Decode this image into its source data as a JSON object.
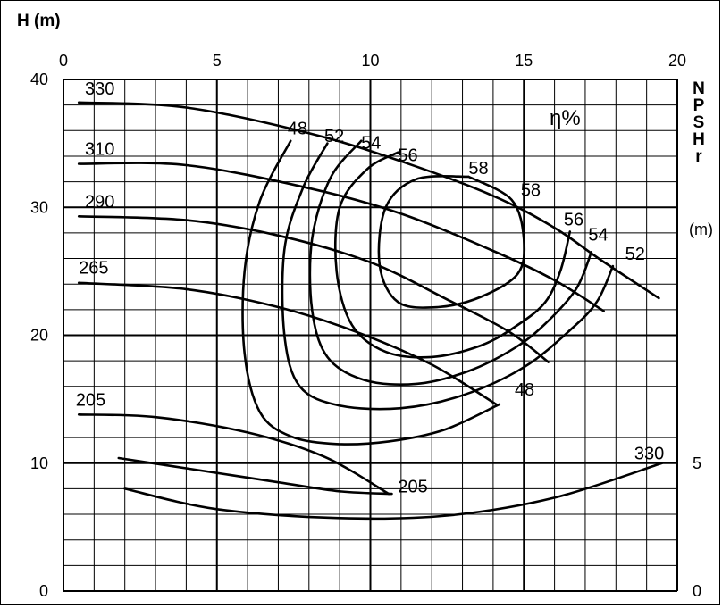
{
  "chart_data": {
    "type": "line",
    "title": "",
    "xlabel": "",
    "ylabel_left": "H (m)",
    "ylabel_right": [
      "N",
      "P",
      "S",
      "H",
      "r"
    ],
    "ylabel_right_unit": "(m)",
    "efficiency_label": "η%",
    "xlim": [
      0,
      20
    ],
    "x_ticks": [
      "0",
      "5",
      "10",
      "15",
      "20"
    ],
    "ylim": [
      0,
      40
    ],
    "y_ticks_left": [
      "0",
      "10",
      "20",
      "30",
      "40"
    ],
    "y_ticks_right": [
      "0",
      "5"
    ],
    "grid": true,
    "head_curves": [
      {
        "name": "330",
        "points": [
          [
            0.5,
            38.2
          ],
          [
            4,
            37.8
          ],
          [
            8,
            35.8
          ],
          [
            11,
            33.6
          ],
          [
            14,
            30.9
          ],
          [
            16,
            28.4
          ],
          [
            17.5,
            25.9
          ],
          [
            19.4,
            22.9
          ]
        ]
      },
      {
        "name": "310",
        "points": [
          [
            0.5,
            33.4
          ],
          [
            4,
            33.3
          ],
          [
            8,
            31.5
          ],
          [
            11,
            29.5
          ],
          [
            14,
            26.6
          ],
          [
            16,
            24.3
          ],
          [
            17.6,
            21.9
          ]
        ]
      },
      {
        "name": "290",
        "points": [
          [
            0.5,
            29.3
          ],
          [
            4,
            29.0
          ],
          [
            7,
            27.8
          ],
          [
            10,
            25.7
          ],
          [
            12.5,
            22.8
          ],
          [
            14.5,
            20.3
          ],
          [
            15.8,
            17.9
          ]
        ]
      },
      {
        "name": "265",
        "points": [
          [
            0.5,
            24.1
          ],
          [
            4,
            23.6
          ],
          [
            7,
            22.2
          ],
          [
            9.5,
            20.3
          ],
          [
            12,
            17.7
          ],
          [
            14.1,
            14.6
          ]
        ]
      },
      {
        "name": "205",
        "points": [
          [
            0.5,
            13.8
          ],
          [
            3,
            13.6
          ],
          [
            6,
            12.4
          ],
          [
            8.5,
            10.5
          ],
          [
            10.6,
            7.6
          ]
        ]
      }
    ],
    "efficiency_curves": [
      {
        "name": "48",
        "points": [
          [
            7.4,
            35.2
          ],
          [
            6.4,
            30.5
          ],
          [
            5.9,
            25.0
          ],
          [
            5.9,
            18.6
          ],
          [
            6.4,
            14.0
          ],
          [
            7.4,
            12.1
          ],
          [
            8.9,
            11.5
          ],
          [
            10.6,
            11.7
          ],
          [
            12.4,
            12.6
          ],
          [
            14.2,
            14.6
          ]
        ]
      },
      {
        "name": "52",
        "points": [
          [
            8.6,
            35.0
          ],
          [
            7.8,
            31.5
          ],
          [
            7.2,
            26.7
          ],
          [
            7.2,
            20.0
          ],
          [
            7.7,
            16.0
          ],
          [
            9.0,
            14.5
          ],
          [
            11.0,
            14.3
          ],
          [
            13.0,
            15.3
          ],
          [
            15.0,
            17.5
          ],
          [
            16.6,
            20.6
          ],
          [
            17.4,
            22.7
          ],
          [
            17.9,
            25.4
          ]
        ]
      },
      {
        "name": "54",
        "points": [
          [
            9.7,
            35.2
          ],
          [
            8.7,
            32.3
          ],
          [
            8.1,
            27.5
          ],
          [
            8.1,
            22.0
          ],
          [
            8.6,
            18.3
          ],
          [
            9.8,
            16.5
          ],
          [
            11.5,
            16.2
          ],
          [
            13.2,
            17.2
          ],
          [
            14.7,
            19.0
          ],
          [
            15.7,
            20.9
          ],
          [
            16.7,
            23.6
          ],
          [
            17.2,
            26.5
          ]
        ]
      },
      {
        "name": "56",
        "points": [
          [
            10.9,
            34.3
          ],
          [
            9.9,
            33.0
          ],
          [
            9.0,
            30.0
          ],
          [
            8.9,
            25.0
          ],
          [
            9.4,
            20.8
          ],
          [
            10.5,
            18.7
          ],
          [
            12.0,
            18.3
          ],
          [
            13.6,
            19.2
          ],
          [
            14.8,
            20.8
          ],
          [
            15.7,
            22.6
          ],
          [
            16.2,
            25.1
          ],
          [
            16.5,
            28.1
          ]
        ]
      },
      {
        "name": "58",
        "points": [
          [
            13.2,
            32.4
          ],
          [
            11.5,
            32.2
          ],
          [
            10.5,
            30.0
          ],
          [
            10.3,
            25.5
          ],
          [
            10.9,
            22.6
          ],
          [
            12.2,
            22.2
          ],
          [
            13.6,
            23.0
          ],
          [
            14.8,
            24.8
          ],
          [
            15.0,
            27.5
          ],
          [
            14.6,
            30.6
          ],
          [
            13.2,
            32.4
          ]
        ]
      }
    ],
    "npshr_curves": [
      {
        "name": "205",
        "points": [
          [
            1.8,
            10.4
          ],
          [
            4,
            9.6
          ],
          [
            7,
            8.5
          ],
          [
            9,
            7.8
          ],
          [
            10.7,
            7.6
          ]
        ]
      },
      {
        "name": "330",
        "points": [
          [
            2,
            8.0
          ],
          [
            5,
            6.4
          ],
          [
            9,
            5.7
          ],
          [
            12.5,
            5.9
          ],
          [
            16,
            7.3
          ],
          [
            19.5,
            10.0
          ]
        ]
      }
    ],
    "labels": [
      {
        "text": "330",
        "x": 0.7,
        "y": 38.8
      },
      {
        "text": "310",
        "x": 0.7,
        "y": 34.1
      },
      {
        "text": "290",
        "x": 0.7,
        "y": 30.0
      },
      {
        "text": "265",
        "x": 0.5,
        "y": 24.8
      },
      {
        "text": "205",
        "x": 0.4,
        "y": 14.5
      },
      {
        "text": "48",
        "x": 7.3,
        "y": 35.7
      },
      {
        "text": "52",
        "x": 8.5,
        "y": 35.1
      },
      {
        "text": "54",
        "x": 9.7,
        "y": 34.6
      },
      {
        "text": "56",
        "x": 10.9,
        "y": 33.6
      },
      {
        "text": "58",
        "x": 13.2,
        "y": 32.6
      },
      {
        "text": "58",
        "x": 14.9,
        "y": 30.9
      },
      {
        "text": "56",
        "x": 16.3,
        "y": 28.6
      },
      {
        "text": "54",
        "x": 17.1,
        "y": 27.4
      },
      {
        "text": "52",
        "x": 18.3,
        "y": 25.9
      },
      {
        "text": "48",
        "x": 14.7,
        "y": 15.3
      },
      {
        "text": "205",
        "x": 10.9,
        "y": 7.7
      },
      {
        "text": "330",
        "x": 18.6,
        "y": 10.3
      }
    ]
  }
}
